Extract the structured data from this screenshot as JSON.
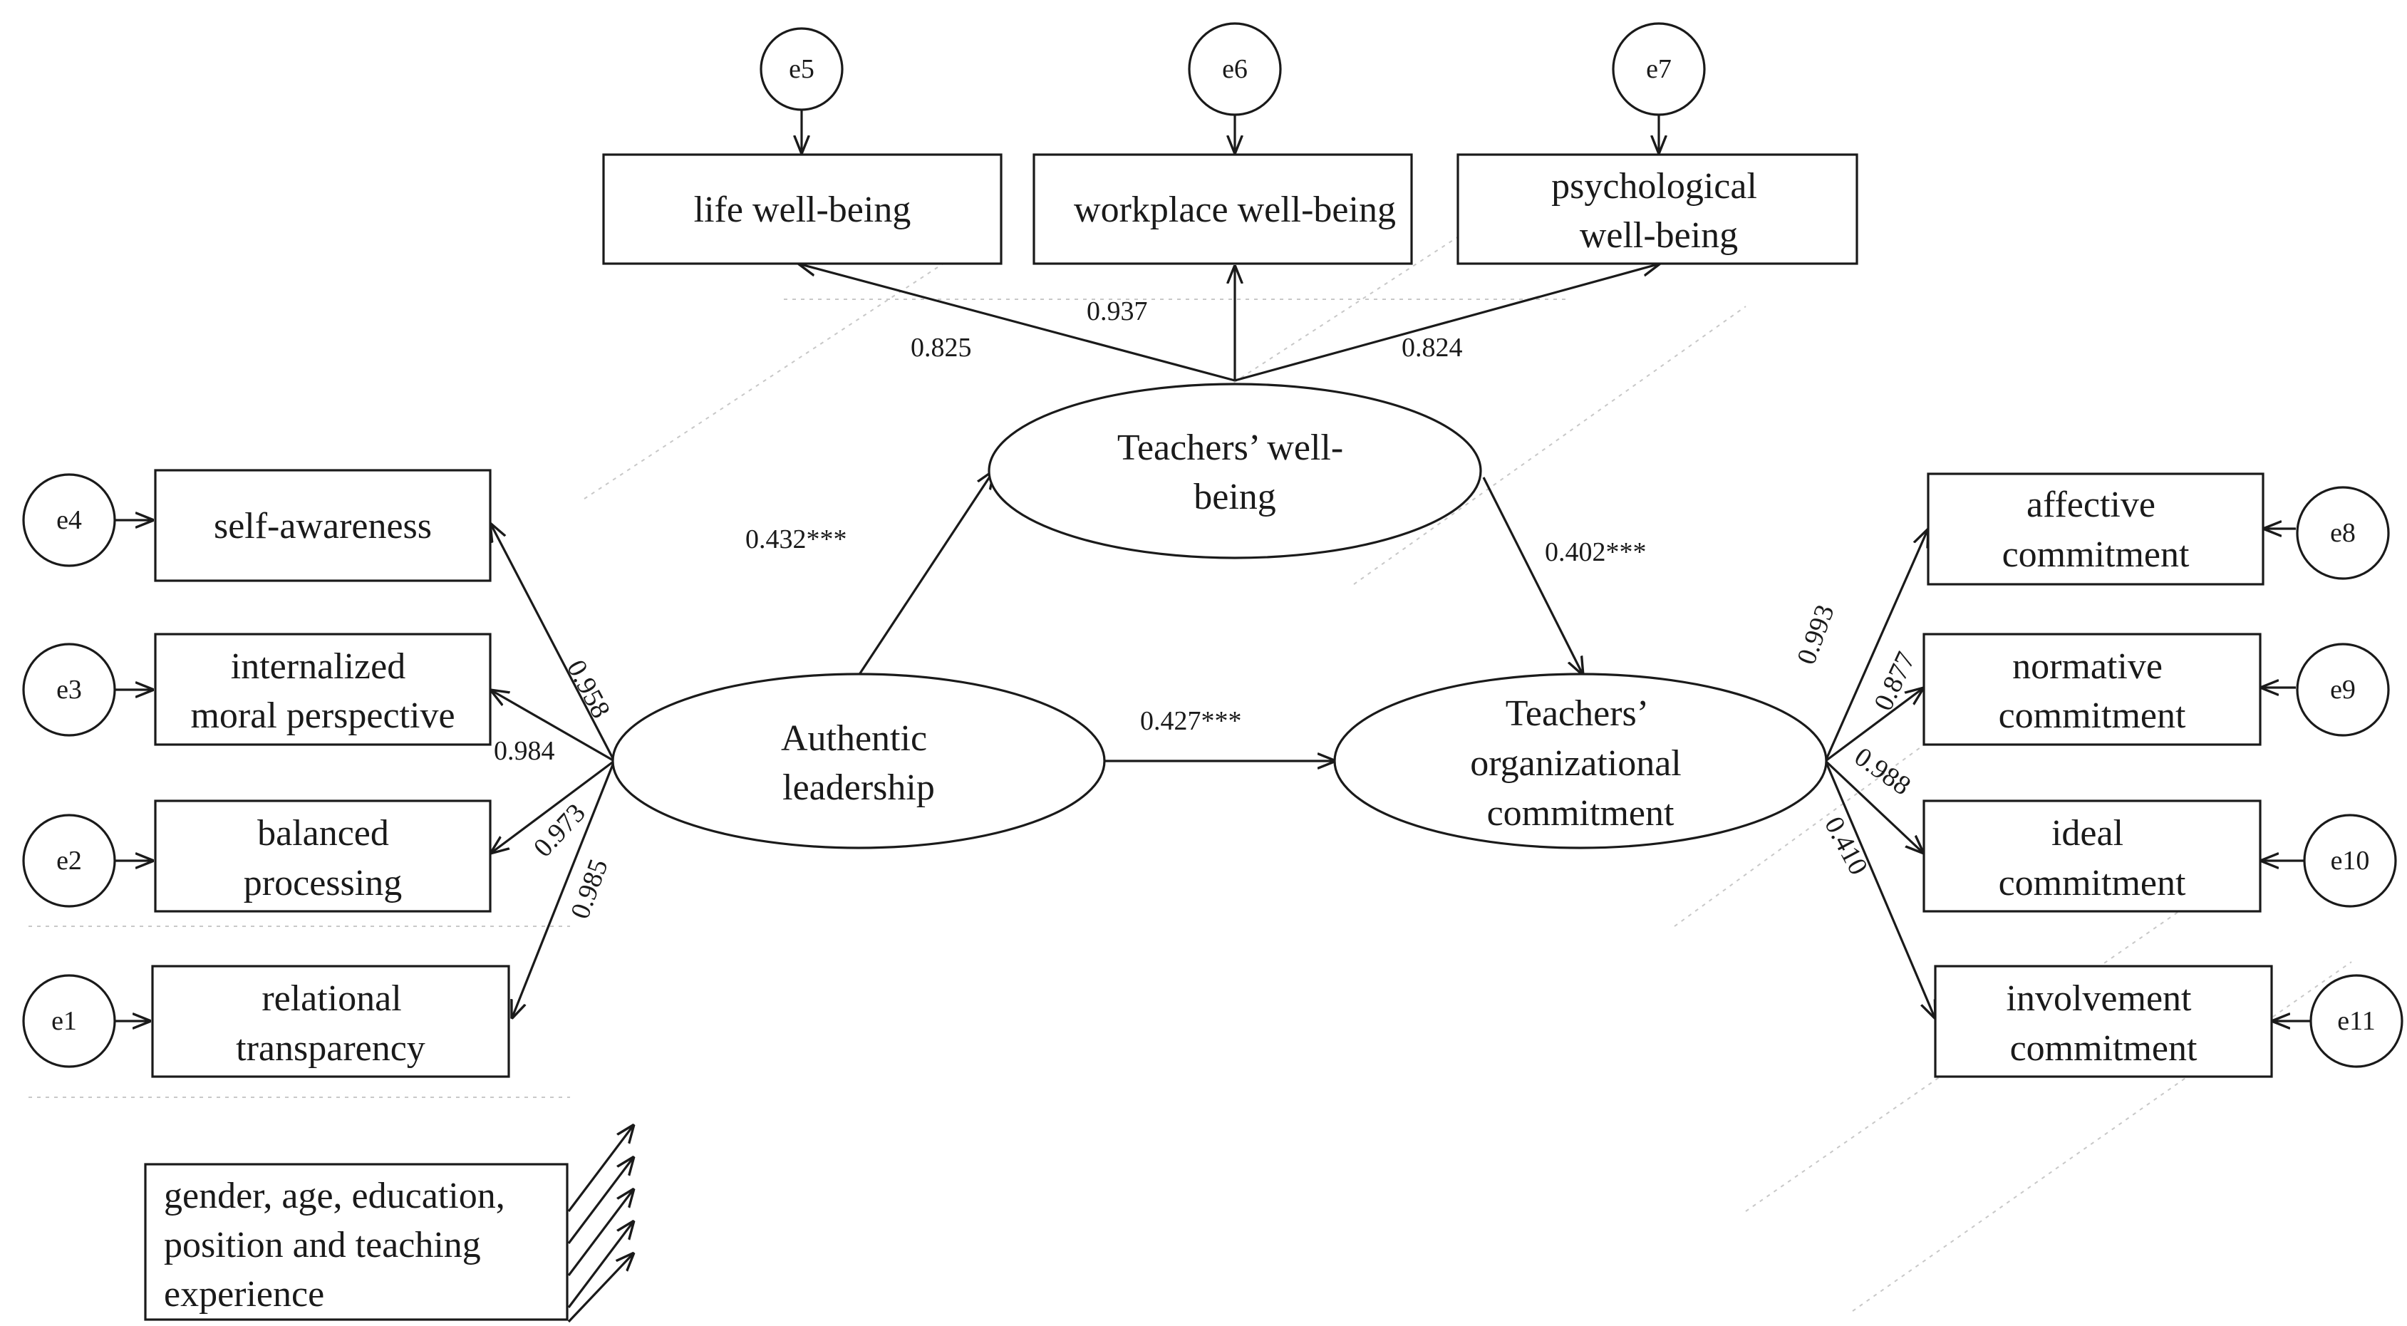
{
  "latents": {
    "authentic_leadership": [
      "Authentic",
      "leadership"
    ],
    "teachers_wellbeing": [
      "Teachers’ well-",
      "being"
    ],
    "organizational_commitment": [
      "Teachers’",
      "organizational",
      "commitment"
    ]
  },
  "wellbeing_indicators": [
    {
      "label": [
        "life well-being"
      ],
      "error": "e5",
      "loading": "0.825"
    },
    {
      "label": [
        "workplace well-being"
      ],
      "error": "e6",
      "loading": "0.937"
    },
    {
      "label": [
        "psychological",
        "well-being"
      ],
      "error": "e7",
      "loading": "0.824"
    }
  ],
  "leadership_indicators": [
    {
      "label": [
        "self-awareness"
      ],
      "error": "e4",
      "loading": "0.958"
    },
    {
      "label": [
        "internalized",
        "moral perspective"
      ],
      "error": "e3",
      "loading": "0.984"
    },
    {
      "label": [
        "balanced",
        "processing"
      ],
      "error": "e2",
      "loading": "0.973"
    },
    {
      "label": [
        "relational",
        "transparency"
      ],
      "error": "e1",
      "loading": "0.985"
    }
  ],
  "commitment_indicators": [
    {
      "label": [
        "affective",
        "commitment"
      ],
      "error": "e8",
      "loading": "0.993"
    },
    {
      "label": [
        "normative",
        "commitment"
      ],
      "error": "e9",
      "loading": "0.877"
    },
    {
      "label": [
        "ideal",
        "commitment"
      ],
      "error": "e10",
      "loading": "0.988"
    },
    {
      "label": [
        "involvement",
        "commitment"
      ],
      "error": "e11",
      "loading": "0.410"
    }
  ],
  "paths": {
    "leadership_to_wellbeing": "0.432***",
    "wellbeing_to_commitment": "0.402***",
    "leadership_to_commitment": "0.427***"
  },
  "controls": {
    "label": [
      "gender, age, education,",
      "position and teaching",
      "experience"
    ]
  }
}
